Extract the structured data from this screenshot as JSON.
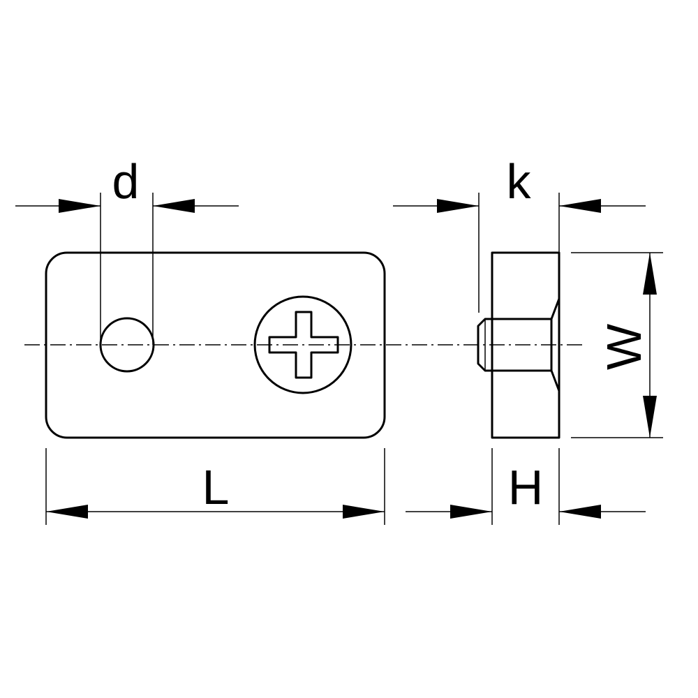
{
  "labels": {
    "hole_diameter": "d",
    "head_height": "k",
    "width": "W",
    "length": "L",
    "height": "H"
  },
  "colors": {
    "line": "#000000",
    "background": "#ffffff"
  }
}
